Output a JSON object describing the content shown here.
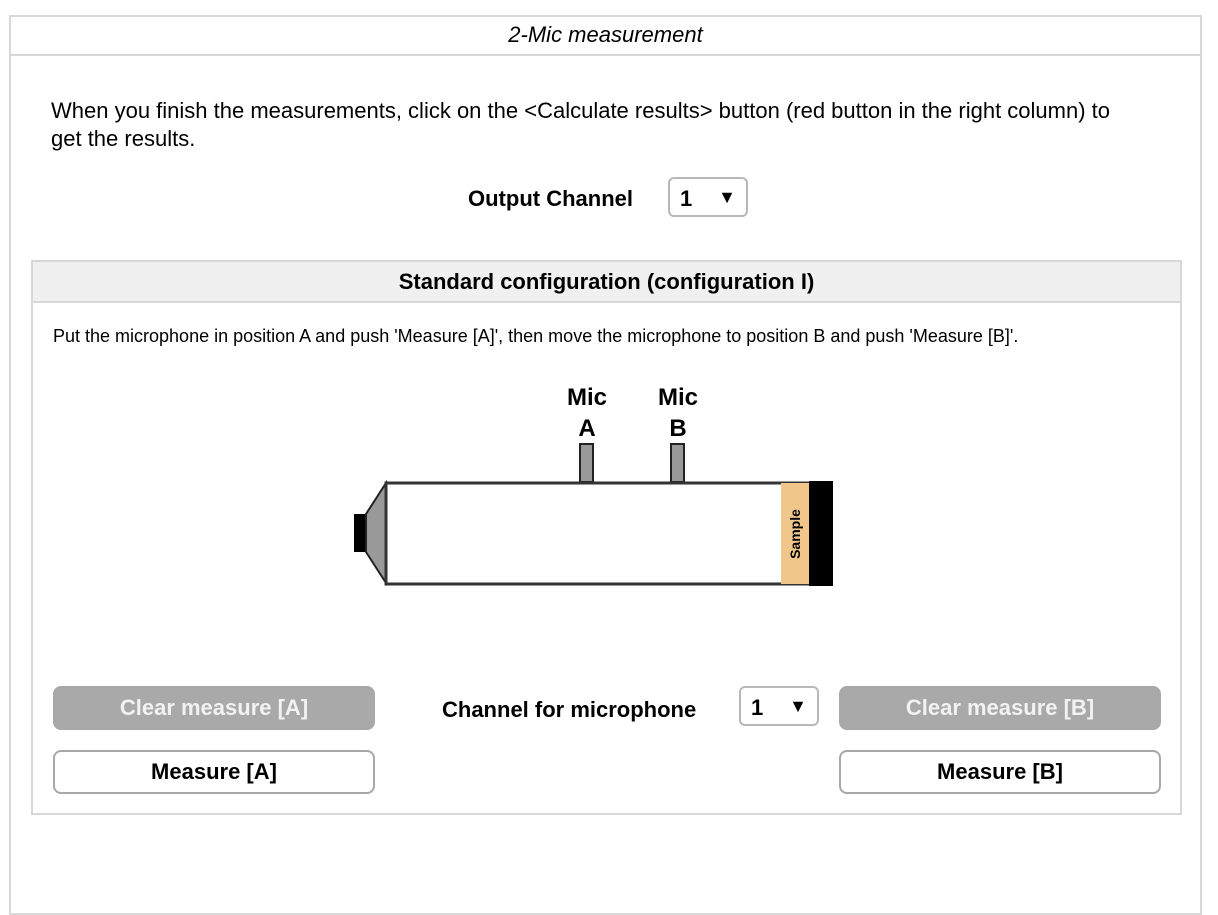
{
  "window": {
    "title": "2-Mic measurement"
  },
  "instructions": "When you finish the measurements, click on the <Calculate results> button (red button in the right column) to get the results.",
  "output_channel": {
    "label": "Output Channel",
    "value": "1"
  },
  "config": {
    "title": "Standard configuration (configuration I)",
    "description": "Put the microphone in position A and push 'Measure [A]', then move the microphone to position B and push 'Measure [B]'.",
    "diagram": {
      "mic_a_line1": "Mic",
      "mic_a_line2": "A",
      "mic_b_line1": "Mic",
      "mic_b_line2": "B",
      "sample_label": "Sample",
      "colors": {
        "sample": "#f0c68a",
        "mic": "#999999",
        "speaker_cone": "#999999",
        "termination": "#000000"
      }
    },
    "clear_a_label": "Clear measure [A]",
    "measure_a_label": "Measure [A]",
    "clear_b_label": "Clear measure [B]",
    "measure_b_label": "Measure [B]",
    "mic_channel": {
      "label": "Channel for microphone",
      "value": "1"
    }
  }
}
